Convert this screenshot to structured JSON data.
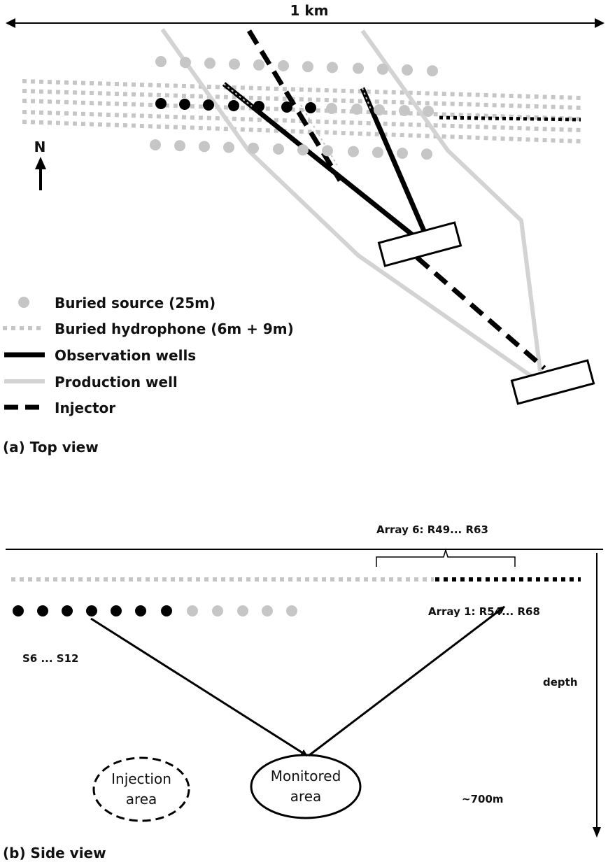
{
  "scale_label": "1 km",
  "north_label": "N",
  "legend": [
    {
      "key": "source",
      "label": "Buried source (25m)"
    },
    {
      "key": "hydrophone",
      "label": "Buried hydrophone (6m + 9m)"
    },
    {
      "key": "observation",
      "label": "Observation wells"
    },
    {
      "key": "production",
      "label": "Production well"
    },
    {
      "key": "injector",
      "label": "Injector"
    }
  ],
  "panel_a_label": "(a) Top view",
  "panel_b_label": "(b) Side view",
  "array6_label": "Array 6: R49... R63",
  "array1_label": "Array 1: R54... R68",
  "source_range_label": "S6 ... S12",
  "depth_label": "depth",
  "depth_value_label": "~700m",
  "injection_area_label": [
    "Injection",
    "area"
  ],
  "monitored_area_label": [
    "Monitored",
    "area"
  ],
  "colors": {
    "active": "#000000",
    "inactive_gray": "#c6c6c6",
    "production_gray": "#d3d3d3"
  }
}
